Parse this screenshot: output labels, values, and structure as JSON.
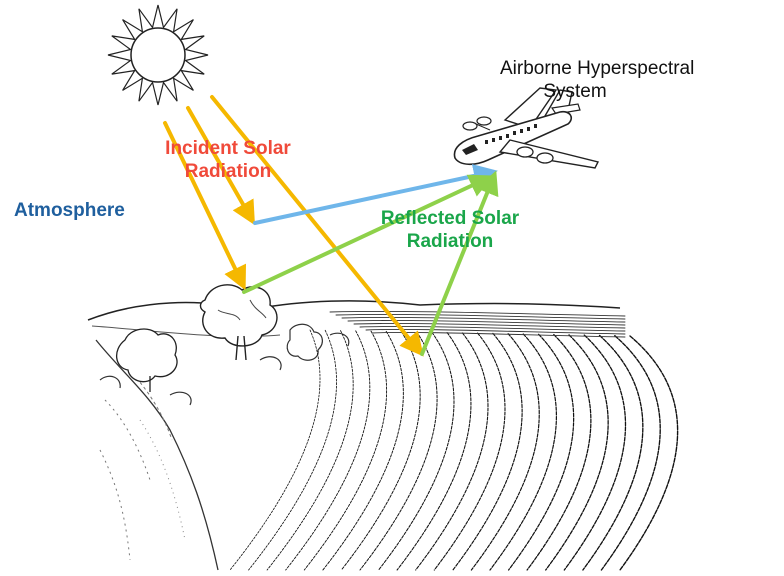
{
  "labels": {
    "system_line1": "Airborne Hyperspectral",
    "system_line2": "System",
    "incident_line1": "Incident Solar",
    "incident_line2": "Radiation",
    "atmosphere": "Atmosphere",
    "reflected_line1": "Reflected Solar",
    "reflected_line2": "Radiation"
  },
  "colors": {
    "incident": "#f04a3a",
    "atmosphere": "#1f5f9e",
    "reflected": "#1aa64a",
    "incident_arrow": "#f5b800",
    "atmosphere_arrow": "#6fb6ea",
    "reflected_arrow": "#8ed14a"
  },
  "icons": [
    "sun-icon",
    "airplane-icon",
    "farm-field-illustration",
    "tree-icon"
  ]
}
